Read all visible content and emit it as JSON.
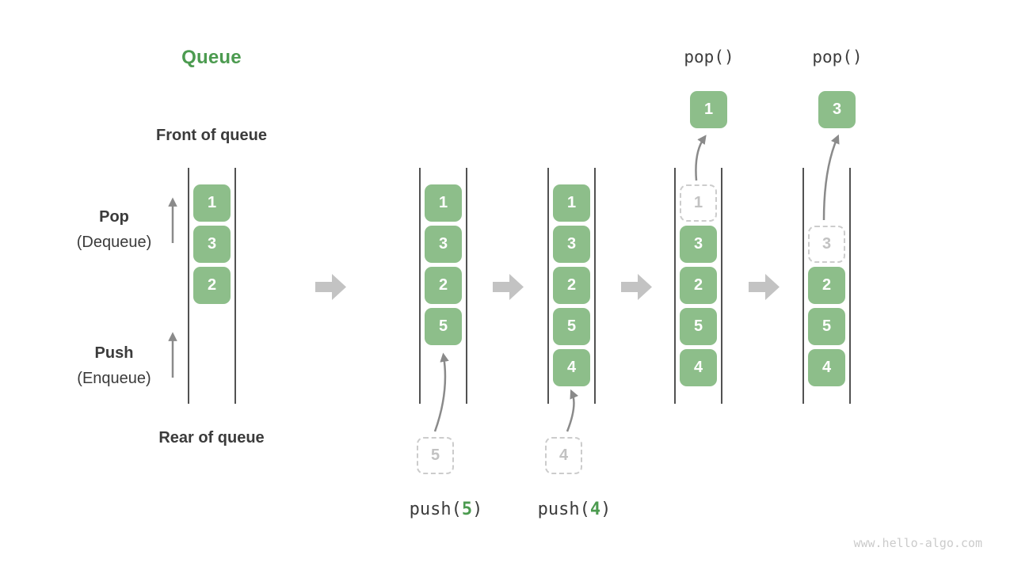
{
  "title": "Queue",
  "watermark": "www.hello-algo.com",
  "labels": {
    "front": "Front of queue",
    "rear": "Rear of queue",
    "pop": "Pop",
    "pop_alt": "(Dequeue)",
    "push": "Push",
    "push_alt": "(Enqueue)"
  },
  "colors": {
    "green-box": "#8DBE8A",
    "green-accent": "#4C9B50",
    "text-dark": "#3B3B3B",
    "code-text": "#3C3C3C",
    "thin-arrow": "#8A8A8A",
    "block-arrow": "#C3C3C3",
    "dashed-border": "#CCCCCC",
    "dashed-text": "#C2C2C2",
    "column-line": "#525252",
    "watermark": "#CBCBCB"
  },
  "states": [
    {
      "boxes": [
        {
          "value": "1",
          "row": 0,
          "style": "solid"
        },
        {
          "value": "3",
          "row": 1,
          "style": "solid"
        },
        {
          "value": "2",
          "row": 2,
          "style": "solid"
        }
      ]
    },
    {
      "boxes": [
        {
          "value": "1",
          "row": 0,
          "style": "solid"
        },
        {
          "value": "3",
          "row": 1,
          "style": "solid"
        },
        {
          "value": "2",
          "row": 2,
          "style": "solid"
        },
        {
          "value": "5",
          "row": 3,
          "style": "solid"
        }
      ],
      "staged": {
        "value": "5"
      },
      "op": {
        "open": "push(",
        "arg": "5",
        "close": ")"
      }
    },
    {
      "boxes": [
        {
          "value": "1",
          "row": 0,
          "style": "solid"
        },
        {
          "value": "3",
          "row": 1,
          "style": "solid"
        },
        {
          "value": "2",
          "row": 2,
          "style": "solid"
        },
        {
          "value": "5",
          "row": 3,
          "style": "solid"
        },
        {
          "value": "4",
          "row": 4,
          "style": "solid"
        }
      ],
      "staged": {
        "value": "4"
      },
      "op": {
        "open": "push(",
        "arg": "4",
        "close": ")"
      }
    },
    {
      "boxes": [
        {
          "value": "1",
          "row": 0,
          "style": "dashed"
        },
        {
          "value": "3",
          "row": 1,
          "style": "solid"
        },
        {
          "value": "2",
          "row": 2,
          "style": "solid"
        },
        {
          "value": "5",
          "row": 3,
          "style": "solid"
        },
        {
          "value": "4",
          "row": 4,
          "style": "solid"
        }
      ],
      "popped": {
        "value": "1"
      },
      "op_top": "pop()"
    },
    {
      "boxes": [
        {
          "value": "3",
          "row": 1,
          "style": "dashed"
        },
        {
          "value": "2",
          "row": 2,
          "style": "solid"
        },
        {
          "value": "5",
          "row": 3,
          "style": "solid"
        },
        {
          "value": "4",
          "row": 4,
          "style": "solid"
        }
      ],
      "popped": {
        "value": "3"
      },
      "op_top": "pop()"
    }
  ]
}
